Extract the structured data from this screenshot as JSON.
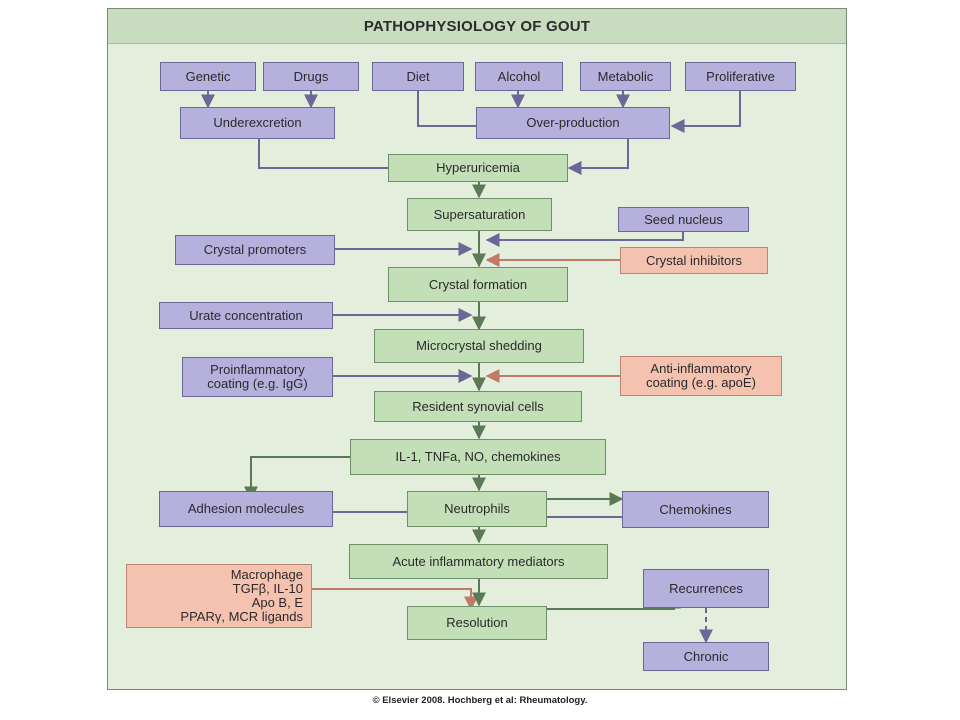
{
  "title": "PATHOPHYSIOLOGY OF GOUT",
  "credit": "© Elsevier 2008. Hochberg et al: Rheumatology.",
  "nodes": {
    "genetic": "Genetic",
    "drugs": "Drugs",
    "diet": "Diet",
    "alcohol": "Alcohol",
    "metabolic": "Metabolic",
    "proliferative": "Proliferative",
    "underexcretion": "Underexcretion",
    "overproduction": "Over-production",
    "hyperuricemia": "Hyperuricemia",
    "supersaturation": "Supersaturation",
    "seed_nucleus": "Seed nucleus",
    "crystal_promoters": "Crystal promoters",
    "crystal_inhibitors": "Crystal inhibitors",
    "crystal_formation": "Crystal formation",
    "urate_concentration": "Urate concentration",
    "microcrystal_shedding": "Microcrystal shedding",
    "proinflammatory": "Proinflammatory\ncoating (e.g. IgG)",
    "antiinflammatory": "Anti-inflammatory\ncoating (e.g. apoE)",
    "resident_synovial": "Resident synovial cells",
    "il1": "IL-1, TNFa, NO, chemokines",
    "adhesion": "Adhesion molecules",
    "neutrophils": "Neutrophils",
    "chemokines": "Chemokines",
    "acute_mediators": "Acute inflammatory mediators",
    "macrophage": "Macrophage\nTGFβ, IL-10\nApo B, E\nPPARγ, MCR ligands",
    "resolution": "Resolution",
    "recurrences": "Recurrences",
    "chronic": "Chronic"
  },
  "colors": {
    "purple": "#b6b0dd",
    "green": "#c3dfb8",
    "salmon": "#f5c2b0",
    "background": "#e3eedc"
  }
}
